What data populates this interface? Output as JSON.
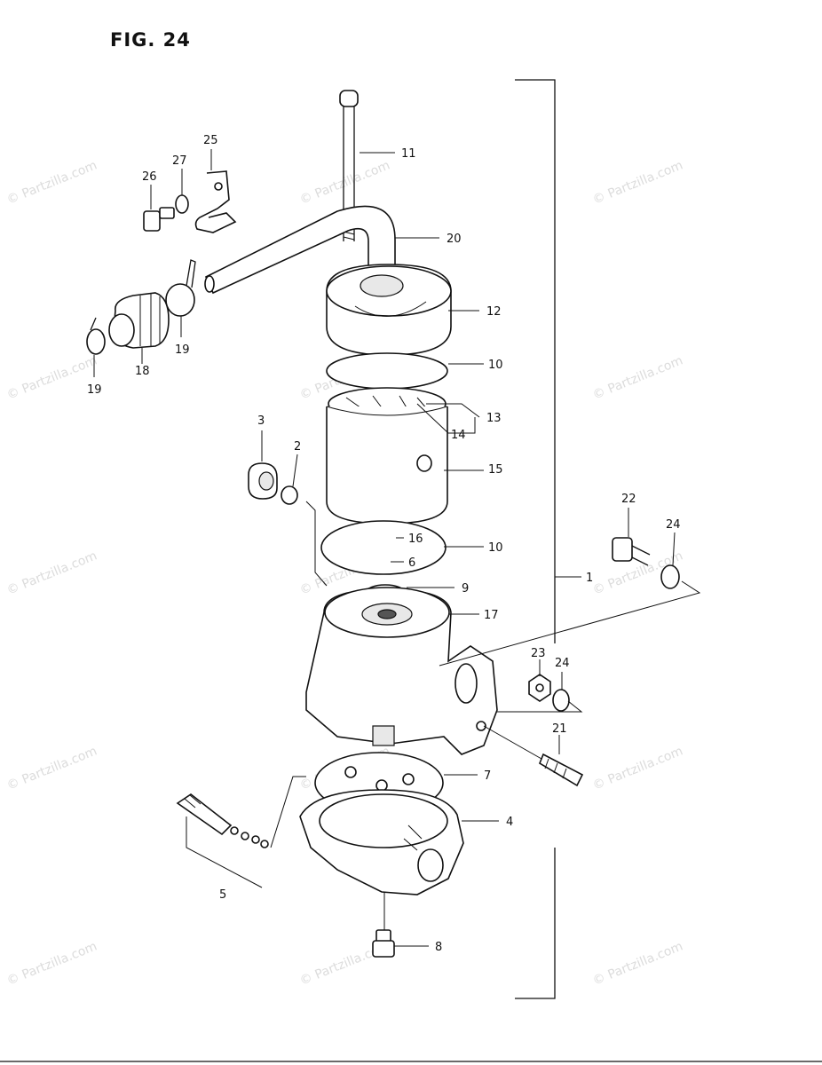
{
  "figure": {
    "title": "FIG. 24"
  },
  "watermark": "© Partzilla.com",
  "callouts": [
    {
      "id": "c1",
      "text": "1"
    },
    {
      "id": "c2",
      "text": "2"
    },
    {
      "id": "c3",
      "text": "3"
    },
    {
      "id": "c4",
      "text": "4"
    },
    {
      "id": "c5",
      "text": "5"
    },
    {
      "id": "c6",
      "text": "6"
    },
    {
      "id": "c7",
      "text": "7"
    },
    {
      "id": "c8",
      "text": "8"
    },
    {
      "id": "c9",
      "text": "9"
    },
    {
      "id": "c10a",
      "text": "10"
    },
    {
      "id": "c10b",
      "text": "10"
    },
    {
      "id": "c11",
      "text": "11"
    },
    {
      "id": "c12",
      "text": "12"
    },
    {
      "id": "c13",
      "text": "13"
    },
    {
      "id": "c14",
      "text": "14"
    },
    {
      "id": "c15",
      "text": "15"
    },
    {
      "id": "c16",
      "text": "16"
    },
    {
      "id": "c17",
      "text": "17"
    },
    {
      "id": "c18",
      "text": "18"
    },
    {
      "id": "c19a",
      "text": "19"
    },
    {
      "id": "c19b",
      "text": "19"
    },
    {
      "id": "c20",
      "text": "20"
    },
    {
      "id": "c21",
      "text": "21"
    },
    {
      "id": "c22",
      "text": "22"
    },
    {
      "id": "c23",
      "text": "23"
    },
    {
      "id": "c24a",
      "text": "24"
    },
    {
      "id": "c24b",
      "text": "24"
    },
    {
      "id": "c25",
      "text": "25"
    },
    {
      "id": "c26",
      "text": "26"
    },
    {
      "id": "c27",
      "text": "27"
    }
  ]
}
